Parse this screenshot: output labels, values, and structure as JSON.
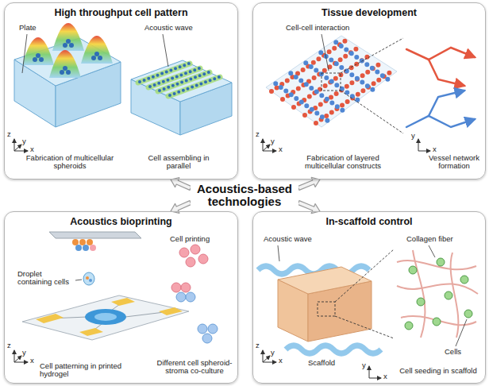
{
  "diagram": {
    "nodes": [
      {
        "text": [
          "High throughput cell pattern"
        ]
      },
      {
        "text": [
          "Tissue development"
        ]
      },
      {
        "text": [
          "Acoustics-based technologies"
        ]
      },
      {
        "text": [
          "Acoustics bioprinting"
        ]
      },
      {
        "text": [
          "In-scaffold control"
        ]
      }
    ],
    "edges": [
      {
        "from": 2,
        "to": 0,
        "arrow": "to"
      },
      {
        "from": 2,
        "to": 1,
        "arrow": "to"
      },
      {
        "from": 2,
        "to": 3,
        "arrow": "to"
      },
      {
        "from": 2,
        "to": 4,
        "arrow": "to"
      }
    ],
    "labels": [
      "Plate",
      "Acoustic wave",
      "z",
      "y",
      "x",
      "Fabrication of multicellular spheroids",
      "Cell assembling in parallel",
      "Cell-cell interaction",
      "z",
      "y",
      "x",
      "Fabrication of layered multicellular constructs",
      "y",
      "x",
      "Vessel network formation",
      "Droplet containing cells",
      "Cell printing",
      "z",
      "y",
      "x",
      "Cell patterning in printed hydrogel",
      "Different cell spheroid-stroma co-culture",
      "Acoustic wave",
      "Collagen fiber",
      "Scaffold",
      "z",
      "y",
      "x",
      "Cells",
      "y",
      "x",
      "Cell seeding in scaffold"
    ]
  }
}
